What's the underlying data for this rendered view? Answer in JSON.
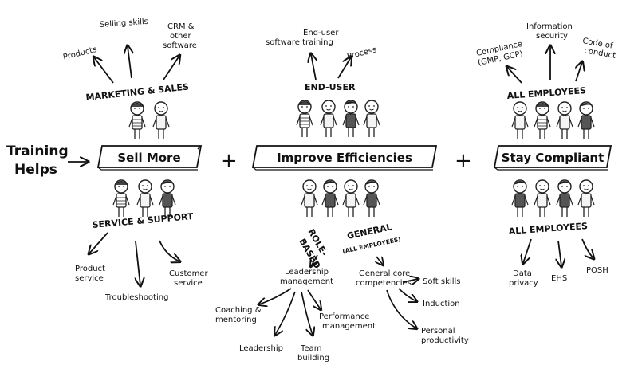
{
  "left_label": {
    "line1": "Training",
    "line2": "Helps"
  },
  "banners": {
    "sell": "Sell More",
    "improve": "Improve Efficiencies",
    "comply": "Stay Compliant"
  },
  "operators": {
    "plus1": "+",
    "plus2": "+"
  },
  "marketing": {
    "title": "MARKETING & SALES",
    "items": {
      "products": "Products",
      "selling": "Selling skills",
      "crm1": "CRM &",
      "crm2": "other",
      "crm3": "software"
    }
  },
  "service": {
    "title": "SERVICE & SUPPORT",
    "items": {
      "product1": "Product",
      "product2": "service",
      "trouble": "Troubleshooting",
      "customer1": "Customer",
      "customer2": "service"
    }
  },
  "enduser": {
    "title": "END-USER",
    "items": {
      "training1": "End-user",
      "training2": "software training",
      "process": "Process"
    }
  },
  "role": {
    "title1": "ROLE-",
    "title2": "BASED",
    "leader1": "Leadership",
    "leader2": "management",
    "items": {
      "coach1": "Coaching &",
      "coach2": "mentoring",
      "leadership": "Leadership",
      "team1": "Team",
      "team2": "building",
      "perf1": "Performance",
      "perf2": "management"
    }
  },
  "general": {
    "title1": "GENERAL",
    "title2": "(ALL EMPLOYEES)",
    "core1": "General core",
    "core2": "competencies",
    "items": {
      "soft": "Soft skills",
      "induction": "Induction",
      "personal1": "Personal",
      "personal2": "productivity"
    }
  },
  "compliance_top": {
    "title": "ALL EMPLOYEES",
    "items": {
      "comp1": "Compliance",
      "comp2": "(GMP, GCP)",
      "info1": "Information",
      "info2": "security",
      "code1": "Code of",
      "code2": "conduct"
    }
  },
  "compliance_bottom": {
    "title": "ALL EMPLOYEES",
    "items": {
      "data1": "Data",
      "data2": "privacy",
      "ehs": "EHS",
      "posh": "POSH"
    }
  }
}
